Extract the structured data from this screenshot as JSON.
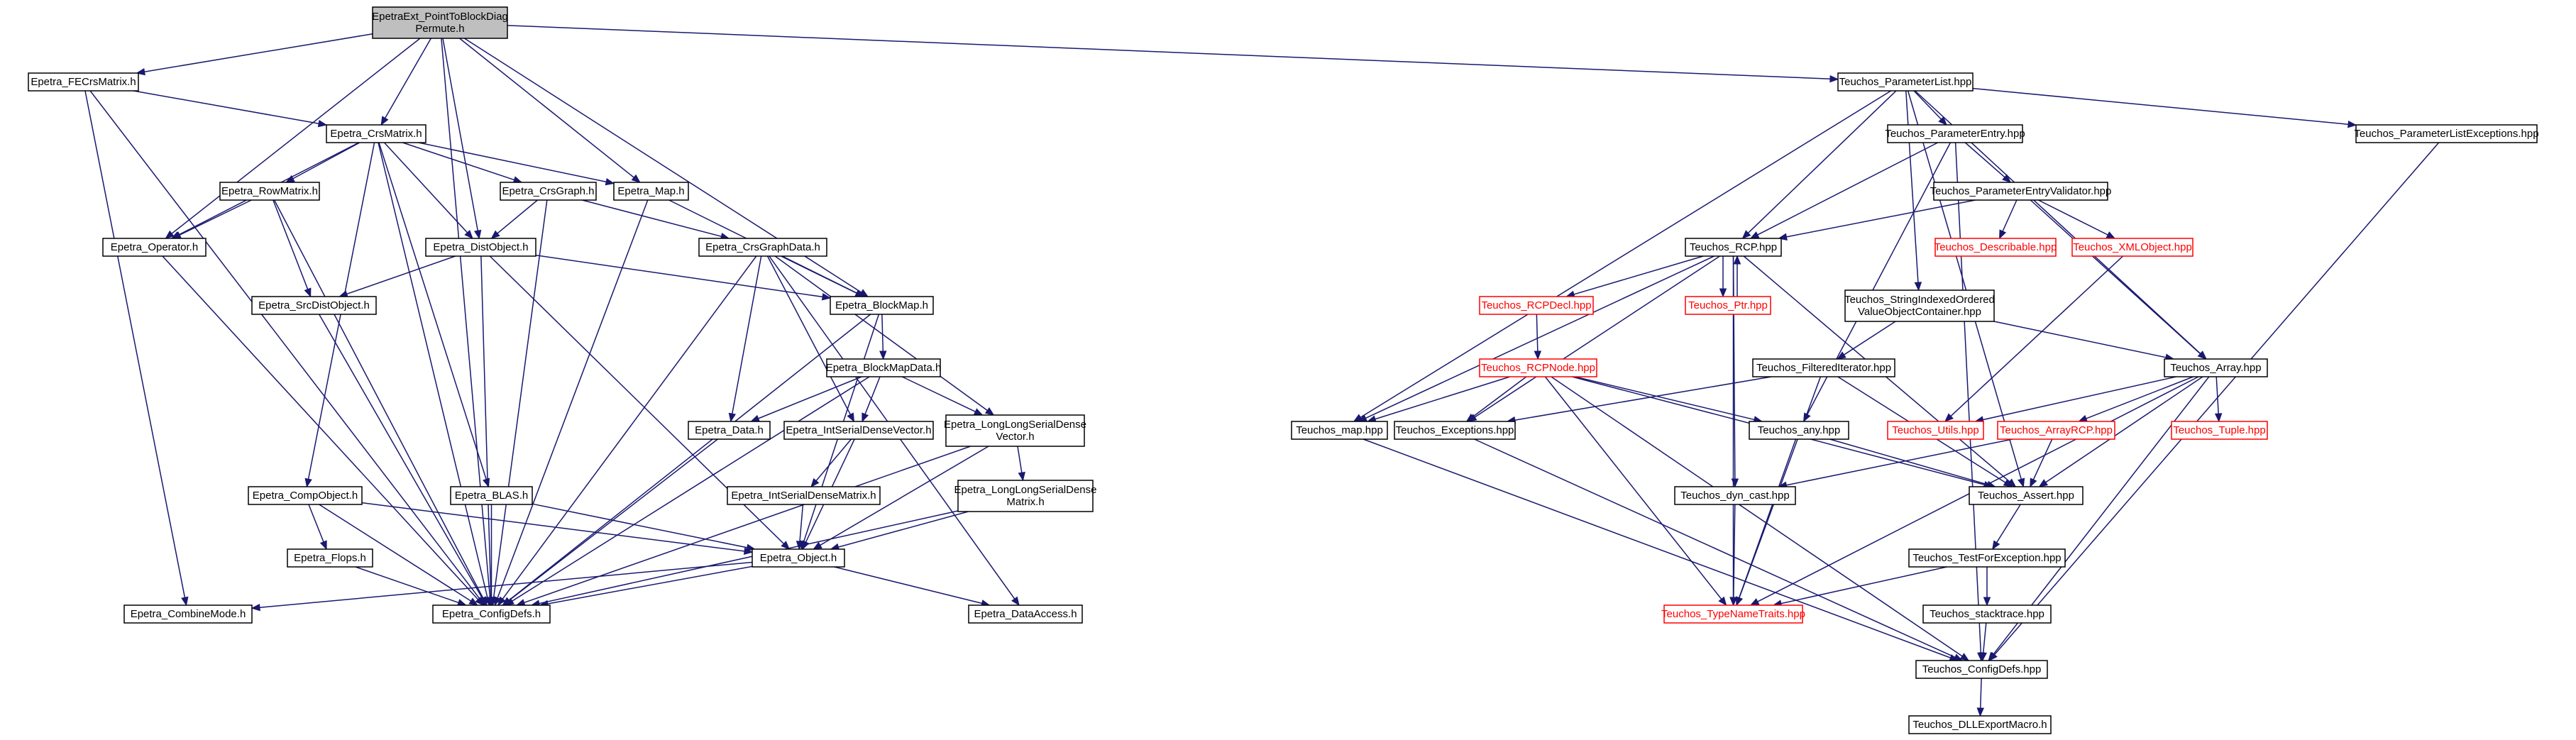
{
  "graph": {
    "nodes": [
      {
        "id": "root",
        "label": [
          "EpetraExt_PointToBlockDiag",
          "Permute.h"
        ],
        "color": "root"
      },
      {
        "id": "fecrs",
        "label": [
          "Epetra_FECrsMatrix.h"
        ]
      },
      {
        "id": "crsmatrix",
        "label": [
          "Epetra_CrsMatrix.h"
        ]
      },
      {
        "id": "rowmatrix",
        "label": [
          "Epetra_RowMatrix.h"
        ]
      },
      {
        "id": "operator",
        "label": [
          "Epetra_Operator.h"
        ]
      },
      {
        "id": "crsgraph",
        "label": [
          "Epetra_CrsGraph.h"
        ]
      },
      {
        "id": "map",
        "label": [
          "Epetra_Map.h"
        ]
      },
      {
        "id": "distobject",
        "label": [
          "Epetra_DistObject.h"
        ]
      },
      {
        "id": "srcdist",
        "label": [
          "Epetra_SrcDistObject.h"
        ]
      },
      {
        "id": "crsgraphdata",
        "label": [
          "Epetra_CrsGraphData.h"
        ]
      },
      {
        "id": "blockmap",
        "label": [
          "Epetra_BlockMap.h"
        ]
      },
      {
        "id": "blockmapdata",
        "label": [
          "Epetra_BlockMapData.h"
        ]
      },
      {
        "id": "data",
        "label": [
          "Epetra_Data.h"
        ]
      },
      {
        "id": "intserialdensevector",
        "label": [
          "Epetra_IntSerialDenseVector.h"
        ]
      },
      {
        "id": "llsdv",
        "label": [
          "Epetra_LongLongSerialDense",
          "Vector.h"
        ]
      },
      {
        "id": "intserialdensematrix",
        "label": [
          "Epetra_IntSerialDenseMatrix.h"
        ]
      },
      {
        "id": "llsdm",
        "label": [
          "Epetra_LongLongSerialDense",
          "Matrix.h"
        ]
      },
      {
        "id": "compobject",
        "label": [
          "Epetra_CompObject.h"
        ]
      },
      {
        "id": "flops",
        "label": [
          "Epetra_Flops.h"
        ]
      },
      {
        "id": "blas",
        "label": [
          "Epetra_BLAS.h"
        ]
      },
      {
        "id": "object",
        "label": [
          "Epetra_Object.h"
        ]
      },
      {
        "id": "combinemode",
        "label": [
          "Epetra_CombineMode.h"
        ]
      },
      {
        "id": "epetraconfigdefs",
        "label": [
          "Epetra_ConfigDefs.h"
        ]
      },
      {
        "id": "dataaccess",
        "label": [
          "Epetra_DataAccess.h"
        ]
      },
      {
        "id": "paramlist",
        "label": [
          "Teuchos_ParameterList.hpp"
        ]
      },
      {
        "id": "paramentry",
        "label": [
          "Teuchos_ParameterEntry.hpp"
        ]
      },
      {
        "id": "paramlistexceptions",
        "label": [
          "Teuchos_ParameterListExceptions.hpp"
        ]
      },
      {
        "id": "paramentryvalidator",
        "label": [
          "Teuchos_ParameterEntryValidator.hpp"
        ]
      },
      {
        "id": "rcp",
        "label": [
          "Teuchos_RCP.hpp"
        ]
      },
      {
        "id": "describable",
        "label": [
          "Teuchos_Describable.hpp"
        ],
        "color": "red"
      },
      {
        "id": "xmlobject",
        "label": [
          "Teuchos_XMLObject.hpp"
        ],
        "color": "red"
      },
      {
        "id": "stringindexed",
        "label": [
          "Teuchos_StringIndexedOrdered",
          "ValueObjectContainer.hpp"
        ]
      },
      {
        "id": "rcpdecl",
        "label": [
          "Teuchos_RCPDecl.hpp"
        ],
        "color": "red"
      },
      {
        "id": "ptr",
        "label": [
          "Teuchos_Ptr.hpp"
        ],
        "color": "red"
      },
      {
        "id": "rcpnode",
        "label": [
          "Teuchos_RCPNode.hpp"
        ],
        "color": "red"
      },
      {
        "id": "filtered",
        "label": [
          "Teuchos_FilteredIterator.hpp"
        ]
      },
      {
        "id": "array",
        "label": [
          "Teuchos_Array.hpp"
        ]
      },
      {
        "id": "mapt",
        "label": [
          "Teuchos_map.hpp"
        ]
      },
      {
        "id": "exceptions",
        "label": [
          "Teuchos_Exceptions.hpp"
        ]
      },
      {
        "id": "any",
        "label": [
          "Teuchos_any.hpp"
        ]
      },
      {
        "id": "utils",
        "label": [
          "Teuchos_Utils.hpp"
        ],
        "color": "red"
      },
      {
        "id": "arrayrcp",
        "label": [
          "Teuchos_ArrayRCP.hpp"
        ],
        "color": "red"
      },
      {
        "id": "tuple",
        "label": [
          "Teuchos_Tuple.hpp"
        ],
        "color": "red"
      },
      {
        "id": "dyncast",
        "label": [
          "Teuchos_dyn_cast.hpp"
        ]
      },
      {
        "id": "assert",
        "label": [
          "Teuchos_Assert.hpp"
        ]
      },
      {
        "id": "testforexception",
        "label": [
          "Teuchos_TestForException.hpp"
        ]
      },
      {
        "id": "typenametraits",
        "label": [
          "Teuchos_TypeNameTraits.hpp"
        ],
        "color": "red"
      },
      {
        "id": "stacktrace",
        "label": [
          "Teuchos_stacktrace.hpp"
        ]
      },
      {
        "id": "teuchosconfigdefs",
        "label": [
          "Teuchos_ConfigDefs.hpp"
        ]
      },
      {
        "id": "dllexport",
        "label": [
          "Teuchos_DLLExportMacro.h"
        ]
      }
    ],
    "edges": [
      [
        "root",
        "fecrs"
      ],
      [
        "root",
        "crsmatrix"
      ],
      [
        "root",
        "operator"
      ],
      [
        "root",
        "distobject"
      ],
      [
        "root",
        "map"
      ],
      [
        "root",
        "blockmap"
      ],
      [
        "root",
        "epetraconfigdefs"
      ],
      [
        "root",
        "paramlist"
      ],
      [
        "fecrs",
        "crsmatrix"
      ],
      [
        "fecrs",
        "combinemode"
      ],
      [
        "fecrs",
        "epetraconfigdefs"
      ],
      [
        "crsmatrix",
        "rowmatrix"
      ],
      [
        "crsmatrix",
        "operator"
      ],
      [
        "crsmatrix",
        "crsgraph"
      ],
      [
        "crsmatrix",
        "map"
      ],
      [
        "crsmatrix",
        "distobject"
      ],
      [
        "crsmatrix",
        "compobject"
      ],
      [
        "crsmatrix",
        "blas"
      ],
      [
        "crsmatrix",
        "epetraconfigdefs"
      ],
      [
        "rowmatrix",
        "operator"
      ],
      [
        "rowmatrix",
        "srcdist"
      ],
      [
        "rowmatrix",
        "epetraconfigdefs"
      ],
      [
        "operator",
        "epetraconfigdefs"
      ],
      [
        "crsgraph",
        "distobject"
      ],
      [
        "crsgraph",
        "crsgraphdata"
      ],
      [
        "crsgraph",
        "epetraconfigdefs"
      ],
      [
        "map",
        "blockmap"
      ],
      [
        "map",
        "epetraconfigdefs"
      ],
      [
        "distobject",
        "srcdist"
      ],
      [
        "distobject",
        "blockmap"
      ],
      [
        "distobject",
        "object"
      ],
      [
        "distobject",
        "epetraconfigdefs"
      ],
      [
        "srcdist",
        "epetraconfigdefs"
      ],
      [
        "crsgraphdata",
        "blockmap"
      ],
      [
        "crsgraphdata",
        "data"
      ],
      [
        "crsgraphdata",
        "intserialdensevector"
      ],
      [
        "crsgraphdata",
        "llsdv"
      ],
      [
        "crsgraphdata",
        "epetraconfigdefs"
      ],
      [
        "crsgraphdata",
        "dataaccess"
      ],
      [
        "blockmap",
        "blockmapdata"
      ],
      [
        "blockmap",
        "object"
      ],
      [
        "blockmap",
        "epetraconfigdefs"
      ],
      [
        "blockmapdata",
        "data"
      ],
      [
        "blockmapdata",
        "intserialdensevector"
      ],
      [
        "blockmapdata",
        "llsdv"
      ],
      [
        "blockmapdata",
        "epetraconfigdefs"
      ],
      [
        "data",
        "epetraconfigdefs"
      ],
      [
        "intserialdensevector",
        "intserialdensematrix"
      ],
      [
        "intserialdensevector",
        "object"
      ],
      [
        "llsdv",
        "llsdm"
      ],
      [
        "llsdv",
        "object"
      ],
      [
        "llsdv",
        "epetraconfigdefs"
      ],
      [
        "intserialdensematrix",
        "object"
      ],
      [
        "llsdm",
        "object"
      ],
      [
        "llsdm",
        "epetraconfigdefs"
      ],
      [
        "compobject",
        "flops"
      ],
      [
        "compobject",
        "object"
      ],
      [
        "compobject",
        "epetraconfigdefs"
      ],
      [
        "flops",
        "epetraconfigdefs"
      ],
      [
        "blas",
        "object"
      ],
      [
        "blas",
        "epetraconfigdefs"
      ],
      [
        "object",
        "combinemode"
      ],
      [
        "object",
        "epetraconfigdefs"
      ],
      [
        "object",
        "dataaccess"
      ],
      [
        "paramlist",
        "paramentry"
      ],
      [
        "paramlist",
        "paramlistexceptions"
      ],
      [
        "paramlist",
        "rcp"
      ],
      [
        "paramlist",
        "stringindexed"
      ],
      [
        "paramlist",
        "array"
      ],
      [
        "paramlist",
        "mapt"
      ],
      [
        "paramlist",
        "assert"
      ],
      [
        "paramentry",
        "paramentryvalidator"
      ],
      [
        "paramentry",
        "rcp"
      ],
      [
        "paramentry",
        "any"
      ],
      [
        "paramentry",
        "teuchosconfigdefs"
      ],
      [
        "paramlistexceptions",
        "teuchosconfigdefs"
      ],
      [
        "paramentryvalidator",
        "describable"
      ],
      [
        "paramentryvalidator",
        "xmlobject"
      ],
      [
        "paramentryvalidator",
        "rcp"
      ],
      [
        "paramentryvalidator",
        "array"
      ],
      [
        "xmlobject",
        "utils"
      ],
      [
        "rcp",
        "rcpdecl"
      ],
      [
        "rcp",
        "ptr"
      ],
      [
        "rcp",
        "mapt"
      ],
      [
        "rcp",
        "exceptions"
      ],
      [
        "rcp",
        "dyncast"
      ],
      [
        "rcp",
        "typenametraits"
      ],
      [
        "rcp",
        "assert"
      ],
      [
        "ptr",
        "rcp"
      ],
      [
        "rcpdecl",
        "rcpnode"
      ],
      [
        "rcpnode",
        "mapt"
      ],
      [
        "rcpnode",
        "exceptions"
      ],
      [
        "rcpnode",
        "any"
      ],
      [
        "rcpnode",
        "assert"
      ],
      [
        "rcpnode",
        "typenametraits"
      ],
      [
        "rcpnode",
        "teuchosconfigdefs"
      ],
      [
        "stringindexed",
        "filtered"
      ],
      [
        "stringindexed",
        "array"
      ],
      [
        "filtered",
        "exceptions"
      ],
      [
        "filtered",
        "assert"
      ],
      [
        "filtered",
        "typenametraits"
      ],
      [
        "array",
        "utils"
      ],
      [
        "array",
        "arrayrcp"
      ],
      [
        "array",
        "tuple"
      ],
      [
        "array",
        "assert"
      ],
      [
        "array",
        "typenametraits"
      ],
      [
        "array",
        "teuchosconfigdefs"
      ],
      [
        "mapt",
        "teuchosconfigdefs"
      ],
      [
        "exceptions",
        "teuchosconfigdefs"
      ],
      [
        "any",
        "assert"
      ],
      [
        "any",
        "typenametraits"
      ],
      [
        "arrayrcp",
        "assert"
      ],
      [
        "arrayrcp",
        "dyncast"
      ],
      [
        "dyncast",
        "typenametraits"
      ],
      [
        "assert",
        "testforexception"
      ],
      [
        "testforexception",
        "typenametraits"
      ],
      [
        "testforexception",
        "stacktrace"
      ],
      [
        "stacktrace",
        "teuchosconfigdefs"
      ],
      [
        "teuchosconfigdefs",
        "dllexport"
      ]
    ]
  }
}
